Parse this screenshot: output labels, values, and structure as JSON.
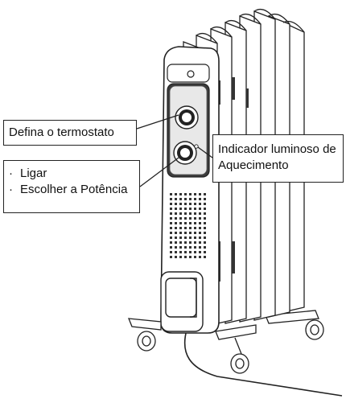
{
  "labels": {
    "thermostat": "Defina o termostato",
    "indicator_line1": "Indicador luminoso de",
    "indicator_line2": "Aquecimento",
    "actions": [
      {
        "bullet": "·",
        "text": "Ligar"
      },
      {
        "bullet": "·",
        "text": "Escolher a Potência"
      }
    ]
  }
}
